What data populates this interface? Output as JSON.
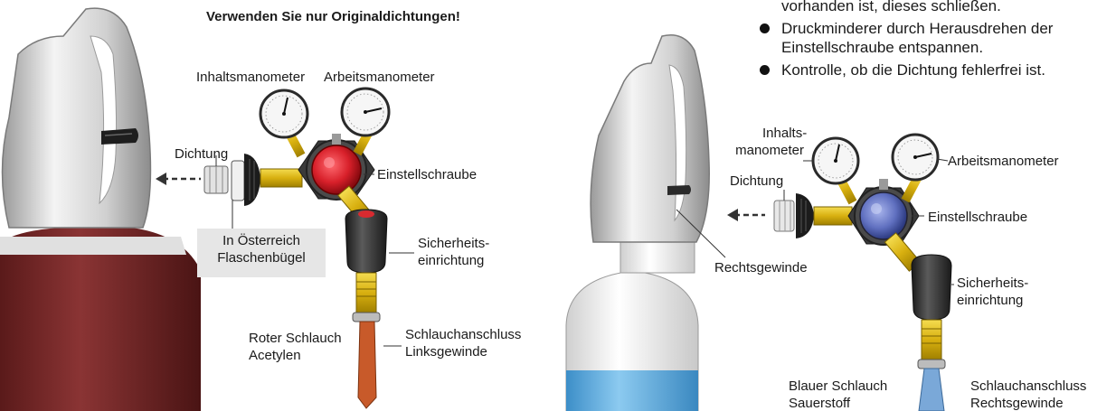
{
  "warning": "Verwenden Sie nur Originaldichtungen!",
  "left": {
    "inhaltsmanometer": "Inhaltsmanometer",
    "arbeitsmanometer": "Arbeitsmanometer",
    "dichtung": "Dichtung",
    "einstellschraube": "Einstellschraube",
    "austria_box": [
      "In Österreich",
      "Flaschenbügel"
    ],
    "sicherheit": [
      "Sicherheits-",
      "einrichtung"
    ],
    "schlauch": [
      "Roter Schlauch",
      "Acetylen"
    ],
    "anschluss": [
      "Schlauchanschluss",
      "Linksgewinde"
    ]
  },
  "right": {
    "instructions": [
      {
        "text": "vorhanden ist, dieses schließen.",
        "bullet": false
      },
      {
        "text": "Druckminderer durch Herausdrehen der Einstellschraube entspannen.",
        "bullet": true
      },
      {
        "text": "Kontrolle, ob die Dichtung fehlerfrei ist.",
        "bullet": true
      }
    ],
    "inhaltsmanometer": [
      "Inhalts-",
      "manometer"
    ],
    "arbeitsmanometer": "Arbeitsmanometer",
    "dichtung": "Dichtung",
    "einstellschraube": "Einstellschraube",
    "rechtsgewinde": "Rechtsgewinde",
    "sicherheit": [
      "Sicherheits-",
      "einrichtung"
    ],
    "schlauch": [
      "Blauer Schlauch",
      "Sauerstoff"
    ],
    "anschluss": [
      "Schlauchanschluss",
      "Rechtsgewinde"
    ]
  },
  "colors": {
    "acetylene_cylinder": "#7a2a2a",
    "oxygen_cylinder": "#5aaee0",
    "red_knob": "#d8202a",
    "blue_knob": "#6070c0",
    "brass": "#e8c020",
    "red_hose": "#c85a2a",
    "blue_hose": "#7aa8d8"
  }
}
